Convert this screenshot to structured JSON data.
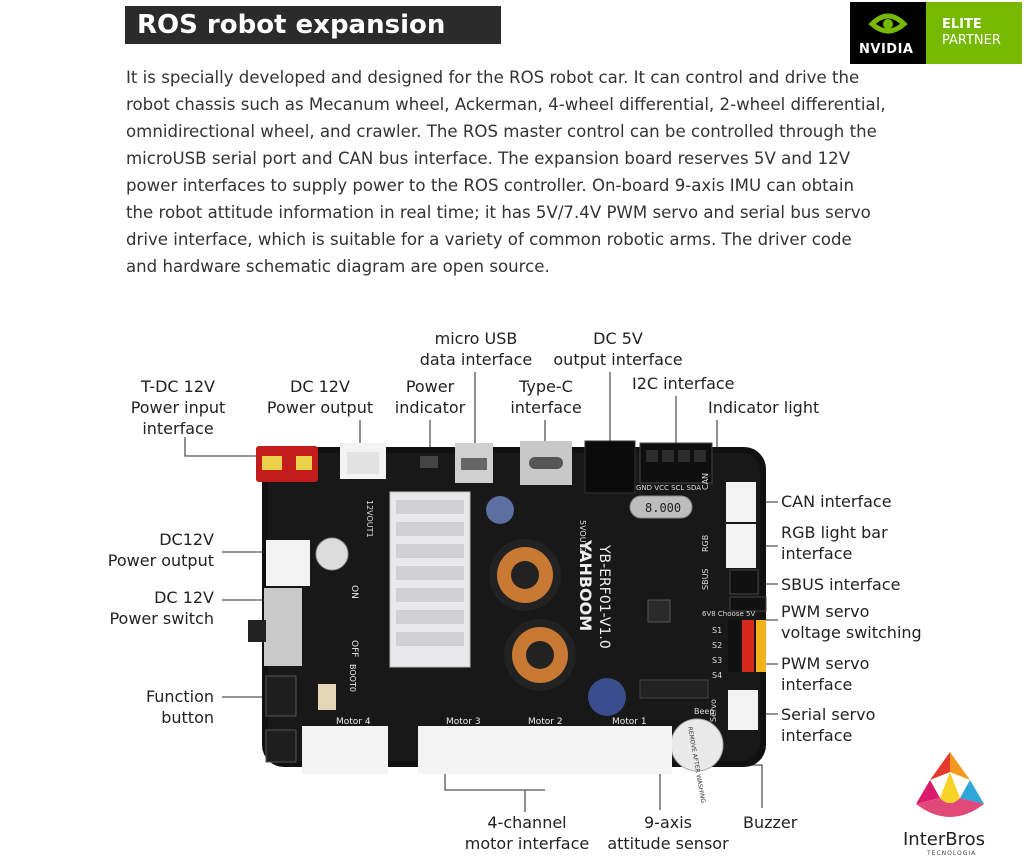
{
  "header": {
    "title": "ROS robot expansion board"
  },
  "description": "It is specially developed and designed for the ROS robot car. It can control and drive the robot chassis such as Mecanum wheel, Ackerman, 4-wheel differential, 2-wheel differential, omnidirectional wheel, and crawler. The ROS master control can be controlled through the microUSB serial port and CAN bus interface. The expansion board reserves 5V and 12V power interfaces to supply power to the ROS controller. On-board 9-axis IMU can obtain the robot attitude information in real time; it has 5V/7.4V PWM servo and serial bus servo drive interface, which is suitable for a variety of common robotic arms. The driver code and hardware schematic diagram are open source.",
  "badge": {
    "brand": "NVIDIA",
    "line1": "ELITE",
    "line2": "PARTNER",
    "color": "#76b900"
  },
  "labels": {
    "tdc_l1": "T-DC 12V",
    "tdc_l2": "Power input",
    "tdc_l3": "interface",
    "dc12out_l1": "DC 12V",
    "dc12out_l2": "Power output",
    "pwrind_l1": "Power",
    "pwrind_l2": "indicator",
    "microusb_l1": "micro USB",
    "microusb_l2": "data interface",
    "typec_l1": "Type-C",
    "typec_l2": "interface",
    "dc5v_l1": "DC 5V",
    "dc5v_l2": "output interface",
    "i2c": "I2C interface",
    "indlight": "Indicator light",
    "can": "CAN interface",
    "rgb_l1": "RGB light bar",
    "rgb_l2": "interface",
    "sbus": "SBUS interface",
    "pwmsw_l1": "PWM servo",
    "pwmsw_l2": "voltage switching",
    "pwm_l1": "PWM servo",
    "pwm_l2": "interface",
    "serial_l1": "Serial servo",
    "serial_l2": "interface",
    "dc12out2_l1": "DC12V",
    "dc12out2_l2": "Power output",
    "dc12sw_l1": "DC 12V",
    "dc12sw_l2": "Power switch",
    "func_l1": "Function",
    "func_l2": "button",
    "motor_l1": "4-channel",
    "motor_l2": "motor interface",
    "imu_l1": "9-axis",
    "imu_l2": "attitude sensor",
    "buzzer": "Buzzer"
  },
  "board_text": {
    "brand": "YAHBOOM",
    "model": "YB-ERF01-V1.0",
    "motors": [
      "Motor 4",
      "Motor 3",
      "Motor 2",
      "Motor 1"
    ],
    "pins_i2c": "GND VCC SCL SDA",
    "side": [
      "CAN",
      "RGB",
      "SBUS",
      "S1",
      "S2",
      "S3",
      "S4"
    ],
    "choose": "6V8 Choose 5V",
    "on": "ON",
    "off": "OFF",
    "boot": "BOOT0",
    "out12": "12VOUT1",
    "out5": "5VOUT2",
    "servo": "Servo",
    "beep": "Beep",
    "crystal": "8.000",
    "sticker": "REMOVE AFTER WASHING"
  },
  "logo": {
    "name": "InterBros",
    "tagline": "TECNOLOGIA"
  }
}
